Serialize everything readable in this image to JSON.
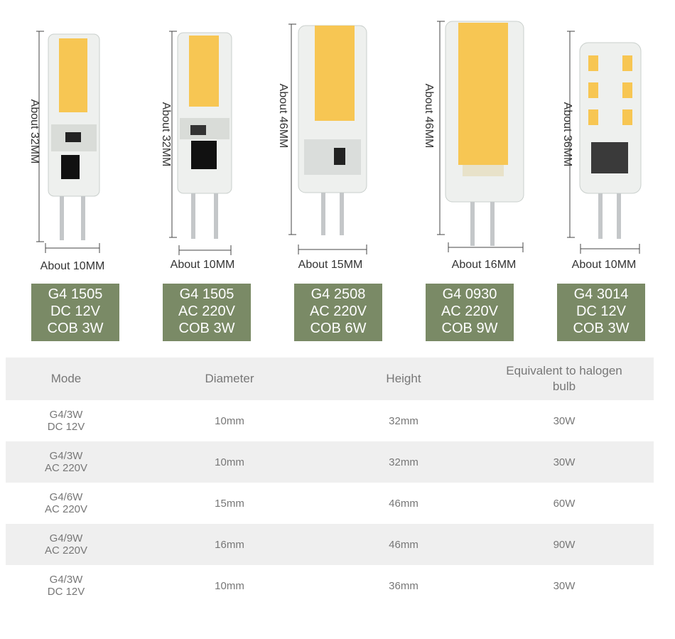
{
  "products": [
    {
      "height_label": "About 32MM",
      "width_label": "About 10MM",
      "spec": [
        "G4  1505",
        "DC 12V",
        "COB 3W"
      ]
    },
    {
      "height_label": "About 32MM",
      "width_label": "About 10MM",
      "spec": [
        "G4  1505",
        "AC 220V",
        "COB 3W"
      ]
    },
    {
      "height_label": "About 46MM",
      "width_label": "About 15MM",
      "spec": [
        "G4  2508",
        "AC 220V",
        "COB 6W"
      ]
    },
    {
      "height_label": "About 46MM",
      "width_label": "About 16MM",
      "spec": [
        "G4  0930",
        "AC 220V",
        "COB 9W"
      ]
    },
    {
      "height_label": "About 36MM",
      "width_label": "About 10MM",
      "spec": [
        "G4  3014",
        "DC 12V",
        "COB 3W"
      ]
    }
  ],
  "table": {
    "headers": [
      "Mode",
      "Diameter",
      "Height",
      "Equivalent to halogen bulb"
    ],
    "rows": [
      {
        "mode": [
          "G4/3W",
          "DC 12V"
        ],
        "diameter": "10mm",
        "height": "32mm",
        "equivalent": "30W"
      },
      {
        "mode": [
          "G4/3W",
          "AC 220V"
        ],
        "diameter": "10mm",
        "height": "32mm",
        "equivalent": "30W"
      },
      {
        "mode": [
          "G4/6W",
          "AC 220V"
        ],
        "diameter": "15mm",
        "height": "46mm",
        "equivalent": "60W"
      },
      {
        "mode": [
          "G4/9W",
          "AC 220V"
        ],
        "diameter": "16mm",
        "height": "46mm",
        "equivalent": "90W"
      },
      {
        "mode": [
          "G4/3W",
          "DC 12V"
        ],
        "diameter": "10mm",
        "height": "36mm",
        "equivalent": "30W"
      }
    ]
  },
  "colors": {
    "spec_box": "#7a8a66",
    "header_bg": "#efefef",
    "cob_yellow": "#f7c653"
  }
}
